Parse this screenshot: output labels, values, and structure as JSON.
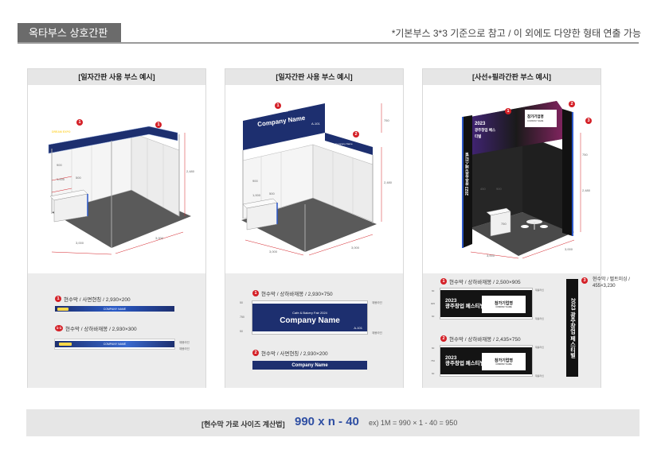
{
  "header": {
    "tab_title": "옥타부스 상호간판",
    "note": "*기본부스 3*3 기준으로 참고 / 이 외에도 다양한 형태 연출 가능"
  },
  "panels": [
    {
      "title": "[일자간판 사용 부스 예시]",
      "scene_badges": [
        "1",
        "1"
      ],
      "dims": [
        "900",
        "1,000",
        "500",
        "2,480",
        "3,000",
        "3,000"
      ],
      "spec1_badge": "1",
      "spec1_label": "현수막 / 사면현칭 / 2,930×200",
      "spec1_banner_text": "COMPANY NAME",
      "spec2_badge": "1-1",
      "spec2_label": "현수막 / 상하바재봉 / 2,930×300",
      "spec2_banner_text": "COMPANY NAME",
      "cut_line": "재봉라인",
      "sign_small": "DREAM EXPO"
    },
    {
      "title": "[일자간판 사용 부스 예시]",
      "scene_badges": [
        "1",
        "2"
      ],
      "scene_sign_event": "Cafe & Bakery Fair 2024",
      "scene_sign_company": "Company Name",
      "scene_sign_booth": "A-101",
      "scene_side_sign": "Company Name",
      "dims": [
        "750",
        "2,480",
        "900",
        "1,000",
        "500",
        "3,000",
        "3,000"
      ],
      "spec1_badge": "1",
      "spec1_label": "현수막 / 상하바재봉 / 2,930×750",
      "spec1_event": "Cafe & Bakery Fair 2024",
      "spec1_company": "Company Name",
      "spec1_booth": "A-101",
      "spec1_dims": [
        "50",
        "750",
        "50"
      ],
      "spec2_badge": "2",
      "spec2_label": "현수막 / 사면현칭 / 2,930×200",
      "spec2_company": "Company Name",
      "cut_line": "재봉라인"
    },
    {
      "title": "[사선+필라간판 부스 예시]",
      "scene_badges": [
        "1",
        "2",
        "3"
      ],
      "scene_vertical": "2023 광주창업 페스티벌",
      "scene_event_year": "2023",
      "scene_event_name": "광주창업 페스티벌",
      "scene_company": "참가기업명",
      "scene_company_en": "COMPANY NAME",
      "dims": [
        "750",
        "2,480",
        "450",
        "900",
        "750",
        "3,000",
        "3,000"
      ],
      "spec1_badge": "1",
      "spec1_label": "현수막 / 상하바재봉 / 2,500×905",
      "spec1_dims": [
        "60",
        "905",
        "60"
      ],
      "spec2_badge": "2",
      "spec2_label": "현수막 / 상하바재봉 / 2,435×750",
      "spec2_dims": [
        "60",
        "750",
        "60"
      ],
      "spec3_badge": "3",
      "spec3_label": "현수막 / 벨트미싱 / 455×3,230",
      "event_year": "2023",
      "event_name": "광주창업 페스티벌",
      "company": "참가기업명",
      "company_en": "COMPANY NAME",
      "vertical_text": "2023 광주창업 페스티벌",
      "cut_line": "재봉라인"
    }
  ],
  "calc": {
    "label": "[현수막 가로 사이즈 계산법]",
    "formula": "990 x n - 40",
    "example": "ex) 1M = 990 × 1 - 40 = 950"
  },
  "colors": {
    "navy": "#1d2f6f",
    "accent_red": "#d42027",
    "formula_blue": "#2f4fa3",
    "dark_booth": "#1a1a1a"
  }
}
